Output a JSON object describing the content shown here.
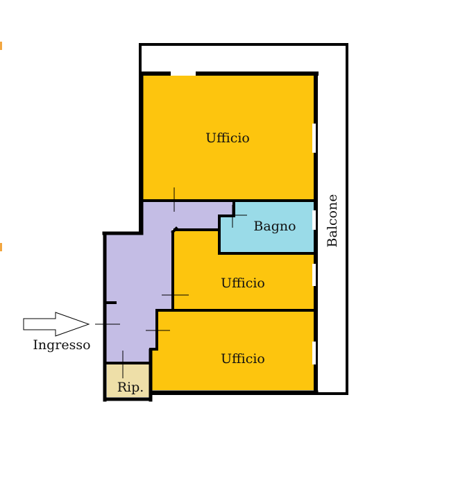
{
  "floor_plan": {
    "rooms": [
      {
        "id": "office-top",
        "label": "Ufficio",
        "color": "#fdc50e"
      },
      {
        "id": "bathroom",
        "label": "Bagno",
        "color": "#9adbe8"
      },
      {
        "id": "office-middle",
        "label": "Ufficio",
        "color": "#fdc50e"
      },
      {
        "id": "office-bottom",
        "label": "Ufficio",
        "color": "#fdc50e"
      },
      {
        "id": "storage",
        "label": "Rip.",
        "color": "#eedfa8"
      },
      {
        "id": "corridor",
        "label": "",
        "color": "#c4bde5"
      }
    ],
    "balcony_label": "Balcone",
    "entrance_label": "Ingresso",
    "wall_color": "#000000"
  }
}
